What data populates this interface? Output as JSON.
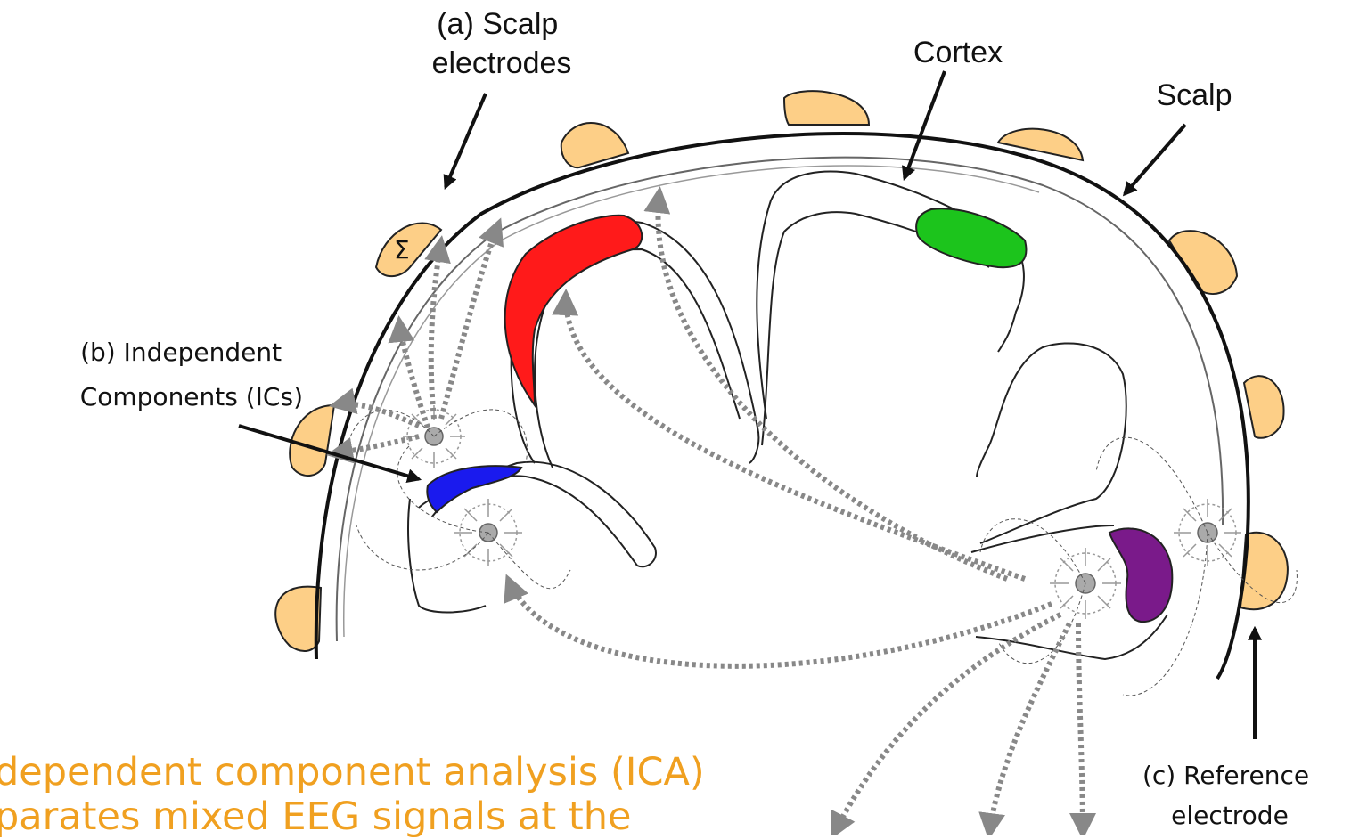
{
  "labels": {
    "scalp_electrodes": [
      "(a)  Scalp",
      "electrodes"
    ],
    "cortex": "Cortex",
    "scalp": "Scalp",
    "independent_components": [
      "(b)  Independent",
      "Components (ICs)"
    ],
    "reference_electrode": [
      "(c)  Reference",
      "electrode"
    ],
    "sum_symbol": "Σ"
  },
  "caption": {
    "line1": "dependent component analysis (ICA)",
    "line2": "parates mixed EEG signals at the"
  },
  "colors": {
    "electrode": "#fdcf87",
    "ic_red": "#ff1a1a",
    "ic_green": "#1cc41c",
    "ic_blue": "#1a1aee",
    "ic_purple": "#7a1a8a",
    "caption": "#f0a020"
  }
}
